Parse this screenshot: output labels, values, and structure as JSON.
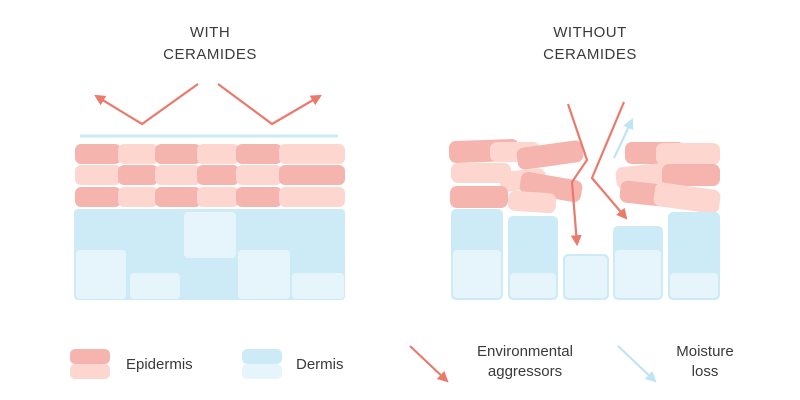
{
  "panels": {
    "left": {
      "title_line1": "WITH",
      "title_line2": "CERAMIDES"
    },
    "right": {
      "title_line1": "WITHOUT",
      "title_line2": "CERAMIDES"
    }
  },
  "legend": {
    "epidermis": "Epidermis",
    "dermis": "Dermis",
    "aggressors_line1": "Environmental",
    "aggressors_line2": "aggressors",
    "moisture_line1": "Moisture",
    "moisture_line2": "loss"
  },
  "colors": {
    "epidermis_dark": "#f5b4ad",
    "epidermis_light": "#fcd6cf",
    "dermis_dark": "#cdebf7",
    "dermis_light": "#e6f5fb",
    "barrier_line": "#cdebf7",
    "arrow_red": "#ea7a6c",
    "arrow_blue": "#bfe4f4"
  }
}
